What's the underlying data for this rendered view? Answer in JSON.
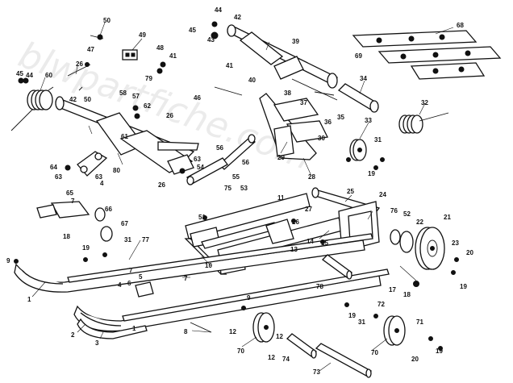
{
  "diagram": {
    "watermark": "blwpartfiche.com",
    "callouts": [
      {
        "id": "c50",
        "text": "50"
      },
      {
        "id": "c47",
        "text": "47"
      },
      {
        "id": "c44a",
        "text": "44"
      },
      {
        "id": "c45a",
        "text": "45"
      },
      {
        "id": "c43",
        "text": "43"
      },
      {
        "id": "c42a",
        "text": "42"
      },
      {
        "id": "c39",
        "text": "39"
      },
      {
        "id": "c49",
        "text": "49"
      },
      {
        "id": "c48",
        "text": "48"
      },
      {
        "id": "c41a",
        "text": "41"
      },
      {
        "id": "c79",
        "text": "79"
      },
      {
        "id": "c41b",
        "text": "41"
      },
      {
        "id": "c68",
        "text": "68"
      },
      {
        "id": "c69",
        "text": "69"
      },
      {
        "id": "c45b",
        "text": "45"
      },
      {
        "id": "c44b",
        "text": "44"
      },
      {
        "id": "c60",
        "text": "60"
      },
      {
        "id": "c26a",
        "text": "26"
      },
      {
        "id": "c42b",
        "text": "42"
      },
      {
        "id": "c50b",
        "text": "50"
      },
      {
        "id": "c58",
        "text": "58"
      },
      {
        "id": "c57",
        "text": "57"
      },
      {
        "id": "c62",
        "text": "62"
      },
      {
        "id": "c40",
        "text": "40"
      },
      {
        "id": "c46",
        "text": "46"
      },
      {
        "id": "c34",
        "text": "34"
      },
      {
        "id": "c38",
        "text": "38"
      },
      {
        "id": "c37",
        "text": "37"
      },
      {
        "id": "c32",
        "text": "32"
      },
      {
        "id": "c36",
        "text": "36"
      },
      {
        "id": "c35",
        "text": "35"
      },
      {
        "id": "c33",
        "text": "33"
      },
      {
        "id": "c26b",
        "text": "26"
      },
      {
        "id": "c30",
        "text": "30"
      },
      {
        "id": "c31a",
        "text": "31"
      },
      {
        "id": "c19a",
        "text": "19"
      },
      {
        "id": "c29",
        "text": "29"
      },
      {
        "id": "c28",
        "text": "28"
      },
      {
        "id": "c56a",
        "text": "56"
      },
      {
        "id": "c63a",
        "text": "63"
      },
      {
        "id": "c54",
        "text": "54"
      },
      {
        "id": "c56b",
        "text": "56"
      },
      {
        "id": "c64",
        "text": "64"
      },
      {
        "id": "c61",
        "text": "61"
      },
      {
        "id": "c80",
        "text": "80"
      },
      {
        "id": "c63b",
        "text": "63"
      },
      {
        "id": "c63c",
        "text": "63"
      },
      {
        "id": "c4a",
        "text": "4"
      },
      {
        "id": "c26c",
        "text": "26"
      },
      {
        "id": "c55",
        "text": "55"
      },
      {
        "id": "c65",
        "text": "65"
      },
      {
        "id": "c7a",
        "text": "7"
      },
      {
        "id": "c53",
        "text": "53"
      },
      {
        "id": "c75",
        "text": "75"
      },
      {
        "id": "c25",
        "text": "25"
      },
      {
        "id": "c24",
        "text": "24"
      },
      {
        "id": "c11",
        "text": "11"
      },
      {
        "id": "c18a",
        "text": "18"
      },
      {
        "id": "c66",
        "text": "66"
      },
      {
        "id": "c67",
        "text": "67"
      },
      {
        "id": "c51",
        "text": "51"
      },
      {
        "id": "c27",
        "text": "27"
      },
      {
        "id": "c26d",
        "text": "26"
      },
      {
        "id": "c76",
        "text": "76"
      },
      {
        "id": "c52",
        "text": "52"
      },
      {
        "id": "c22",
        "text": "22"
      },
      {
        "id": "c21",
        "text": "21"
      },
      {
        "id": "c19b",
        "text": "19"
      },
      {
        "id": "c31b",
        "text": "31"
      },
      {
        "id": "c77",
        "text": "77"
      },
      {
        "id": "c14",
        "text": "14"
      },
      {
        "id": "c15",
        "text": "15"
      },
      {
        "id": "c23",
        "text": "23"
      },
      {
        "id": "c9",
        "text": "9"
      },
      {
        "id": "c10",
        "text": "10"
      },
      {
        "id": "c13",
        "text": "13"
      },
      {
        "id": "c20a",
        "text": "20"
      },
      {
        "id": "c1a",
        "text": "1"
      },
      {
        "id": "c7b",
        "text": "7"
      },
      {
        "id": "c5",
        "text": "5"
      },
      {
        "id": "c17",
        "text": "17"
      },
      {
        "id": "c18b",
        "text": "18"
      },
      {
        "id": "c19c",
        "text": "19"
      },
      {
        "id": "c6",
        "text": "6"
      },
      {
        "id": "c4b",
        "text": "4"
      },
      {
        "id": "c7c",
        "text": "7"
      },
      {
        "id": "c78",
        "text": "78"
      },
      {
        "id": "c72",
        "text": "72"
      },
      {
        "id": "c9b",
        "text": "9"
      },
      {
        "id": "c19d",
        "text": "19"
      },
      {
        "id": "c31c",
        "text": "31"
      },
      {
        "id": "c1b",
        "text": "1"
      },
      {
        "id": "c8",
        "text": "8"
      },
      {
        "id": "c12a",
        "text": "12"
      },
      {
        "id": "c71",
        "text": "71"
      },
      {
        "id": "c2",
        "text": "2"
      },
      {
        "id": "c3",
        "text": "3"
      },
      {
        "id": "c12b",
        "text": "12"
      },
      {
        "id": "c70a",
        "text": "70"
      },
      {
        "id": "c12c",
        "text": "12"
      },
      {
        "id": "c74",
        "text": "74"
      },
      {
        "id": "c70b",
        "text": "70"
      },
      {
        "id": "c20b",
        "text": "20"
      },
      {
        "id": "c19e",
        "text": "19"
      },
      {
        "id": "c73",
        "text": "73"
      }
    ]
  }
}
